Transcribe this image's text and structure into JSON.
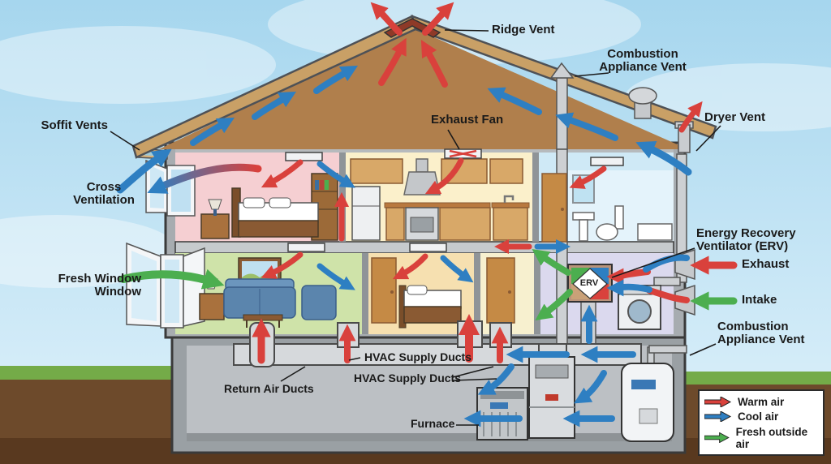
{
  "labels": {
    "ridge_vent": "Ridge Vent",
    "combustion_vent_top": "Combustion\nAppliance Vent",
    "dryer_vent": "Dryer Vent",
    "soffit_vents": "Soffit Vents",
    "cross_ventilation": "Cross\nVentilation",
    "exhaust_fan": "Exhaust Fan",
    "fresh_window": "Fresh Window\nWindow",
    "erv": "Energy Recovery\nVentilator (ERV)",
    "erv_unit": "ERV",
    "exhaust": "Exhaust",
    "intake": "Intake",
    "combustion_vent_right": "Combustion\nAppliance Vent",
    "hvac_supply_ducts_upper": "HVAC Supply Ducts",
    "hvac_supply_ducts_lower": "HVAC Supply Ducts",
    "return_air_ducts": "Return Air Ducts",
    "furnace": "Furnace"
  },
  "legend": {
    "items": [
      {
        "label": "Warm air",
        "color": "#d9413c"
      },
      {
        "label": "Cool air",
        "color": "#2e7fc2"
      },
      {
        "label": "Fresh outside air",
        "color": "#4cae4f"
      }
    ]
  },
  "colors": {
    "warm_air": "#d9413c",
    "cool_air": "#2e7fc2",
    "fresh_air": "#4cae4f",
    "sky": "#bfe0f2",
    "grass": "#74ab48",
    "soil": "#6d4a2b",
    "roof": "#c9a066",
    "attic": "#b07f4c",
    "duct": "#d6d9dc",
    "bedroom_upper_wall": "#f5cfd2",
    "kitchen_wall": "#fbf0cb",
    "bathroom_wall": "#cfe9f6",
    "living_room_wall": "#cfe3a9",
    "bedroom_lower_wall": "#f6e0b0",
    "laundry_wall": "#dbd9ee"
  }
}
